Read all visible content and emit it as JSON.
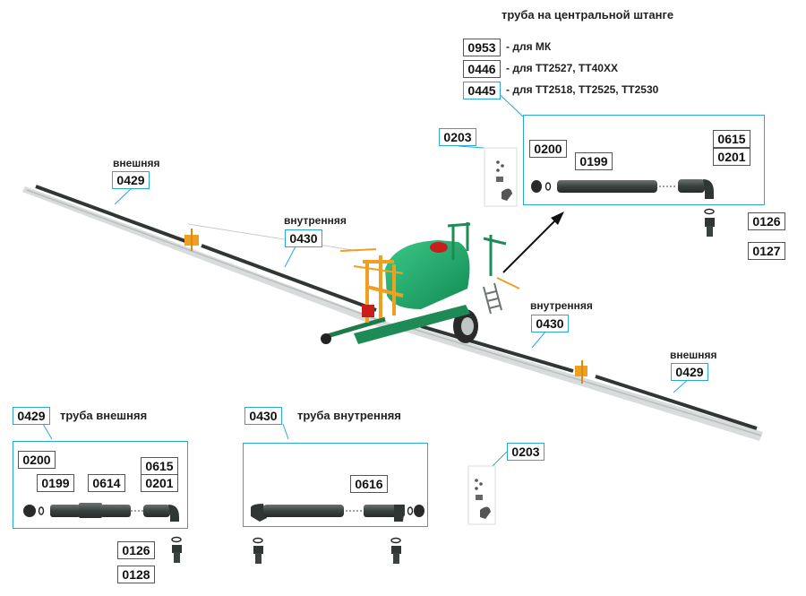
{
  "header_title": "труба на центральной штанге",
  "variants": [
    {
      "code": "0953",
      "desc": "- для МК"
    },
    {
      "code": "0446",
      "desc": "- для TT2527, TT40XX"
    },
    {
      "code": "0445",
      "desc": "- для TT2518, TT2525, TT2530"
    }
  ],
  "boom_labels": {
    "outer_left": "внешняя",
    "outer_left_code": "0429",
    "inner_left": "внутренняя",
    "inner_left_code": "0430",
    "inner_right": "внутренняя",
    "inner_right_code": "0430",
    "outer_right": "внешняя",
    "outer_right_code": "0429"
  },
  "top_right": {
    "kit_code": "0203",
    "codes": [
      "0200",
      "0199",
      "0615",
      "0201",
      "0126",
      "0127"
    ]
  },
  "bottom_left": {
    "code": "0429",
    "title": "труба внешняя",
    "codes": [
      "0200",
      "0199",
      "0614",
      "0615",
      "0201",
      "0126",
      "0128"
    ]
  },
  "bottom_middle": {
    "code": "0430",
    "title": "труба внутренняя",
    "codes": [
      "0616"
    ]
  },
  "bottom_right": {
    "kit_code": "0203"
  },
  "colors": {
    "accent": "#2aa7d6",
    "tank": "#1fa86a",
    "frame": "#f0a020",
    "pipe": "#3e4744"
  }
}
